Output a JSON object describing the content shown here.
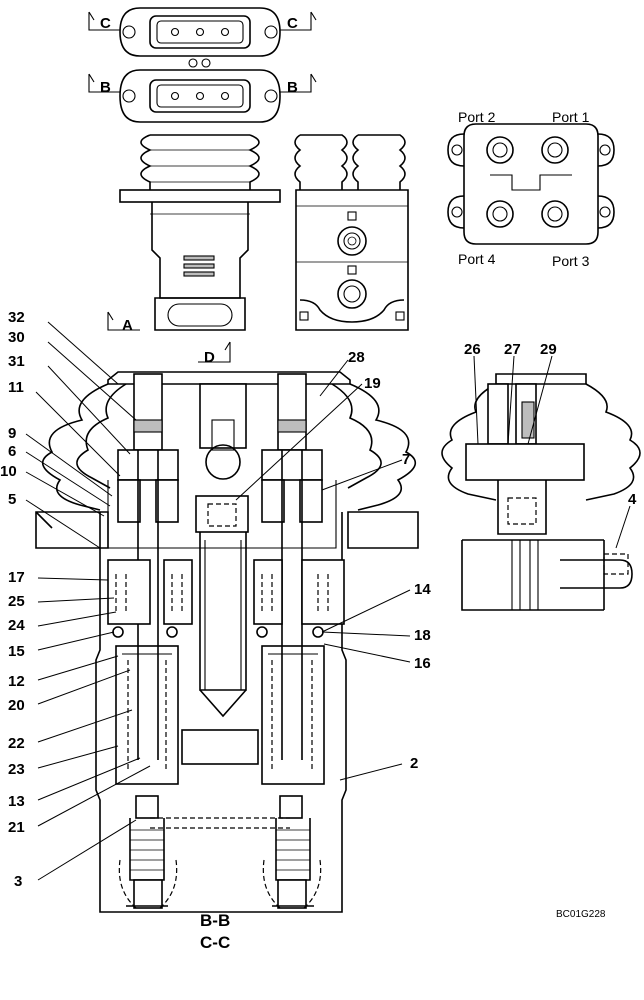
{
  "section_markers": {
    "c": "C",
    "b": "B",
    "a": "A",
    "d": "D"
  },
  "ports": {
    "p1": "Port 1",
    "p2": "Port 2",
    "p3": "Port 3",
    "p4": "Port 4"
  },
  "callouts": {
    "n32": "32",
    "n30": "30",
    "n31": "31",
    "n11": "11",
    "n9": "9",
    "n6": "6",
    "n10": "10",
    "n5": "5",
    "n17": "17",
    "n25": "25",
    "n24": "24",
    "n15": "15",
    "n12": "12",
    "n20": "20",
    "n22": "22",
    "n23": "23",
    "n13": "13",
    "n21": "21",
    "n3": "3",
    "n28": "28",
    "n19": "19",
    "n7": "7",
    "n14": "14",
    "n18": "18",
    "n16": "16",
    "n2": "2",
    "n26": "26",
    "n27": "27",
    "n29": "29",
    "n4": "4"
  },
  "section_caption": {
    "line1": "B-B",
    "line2": "C-C"
  },
  "drawing_ref": "BC01G228"
}
